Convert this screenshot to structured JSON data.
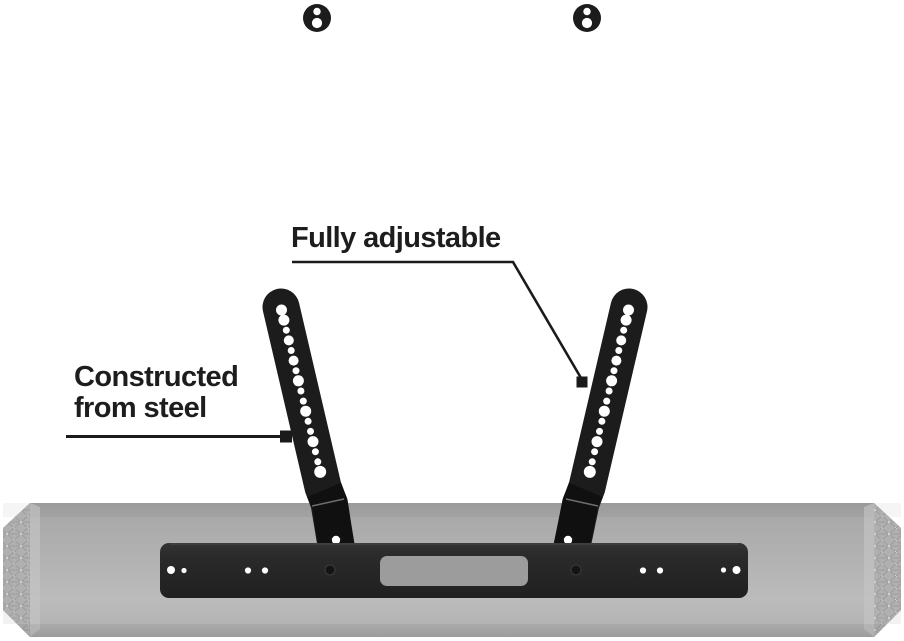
{
  "callouts": {
    "fully_adjustable": {
      "label": "Fully adjustable"
    },
    "constructed_from_steel": {
      "label": "Constructed from steel"
    }
  },
  "figure": {
    "wall_anchor_count": 2,
    "left_arm_hole_count": 17,
    "right_arm_hole_count": 17
  },
  "colors": {
    "background": "#ffffff",
    "bracket": "#1c1c1c",
    "bracket_lower": "#101010",
    "plate": "#282828",
    "plate_window": "#9c9c9c",
    "soundbar": "#b1b1b1",
    "hole_fill": "#ffffff",
    "text": "#1d1d1d",
    "line": "#1a1a1a"
  }
}
